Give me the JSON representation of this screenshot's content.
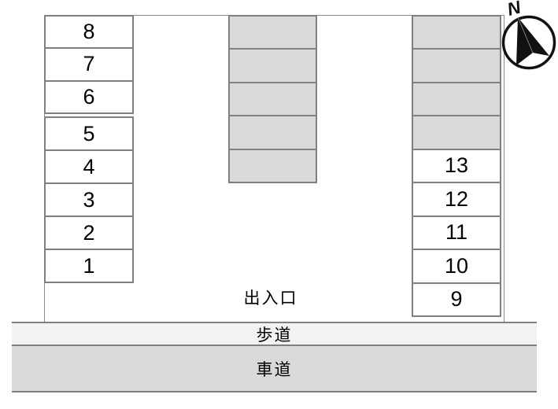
{
  "labels": {
    "entrance_exit": "出入口",
    "sidewalk": "歩道",
    "roadway": "車道"
  },
  "compass": {
    "north_label": "N"
  },
  "parking": {
    "left_column": {
      "groups": [
        {
          "cells": [
            {
              "label": "8"
            },
            {
              "label": "7"
            },
            {
              "label": "6"
            }
          ]
        },
        {
          "cells": [
            {
              "label": "5"
            },
            {
              "label": "4"
            },
            {
              "label": "3"
            },
            {
              "label": "2"
            },
            {
              "label": "1"
            }
          ]
        }
      ]
    },
    "middle_column": {
      "cells": [
        {
          "label": "",
          "gray": true
        },
        {
          "label": "",
          "gray": true
        },
        {
          "label": "",
          "gray": true
        },
        {
          "label": "",
          "gray": true
        },
        {
          "label": "",
          "gray": true
        }
      ]
    },
    "right_column": {
      "cells": [
        {
          "label": "",
          "gray": true
        },
        {
          "label": "",
          "gray": true
        },
        {
          "label": "",
          "gray": true
        },
        {
          "label": "",
          "gray": true
        },
        {
          "label": "13"
        },
        {
          "label": "12"
        },
        {
          "label": "11"
        },
        {
          "label": "10"
        },
        {
          "label": "9"
        }
      ]
    }
  },
  "colors": {
    "cell_border": "#808080",
    "unavailable_fill": "#d9d9d9",
    "sidewalk_fill": "#f2f2f2",
    "roadway_fill": "#d9d9d9",
    "boundary_line": "#8a8a8a",
    "compass_color": "#111111"
  }
}
